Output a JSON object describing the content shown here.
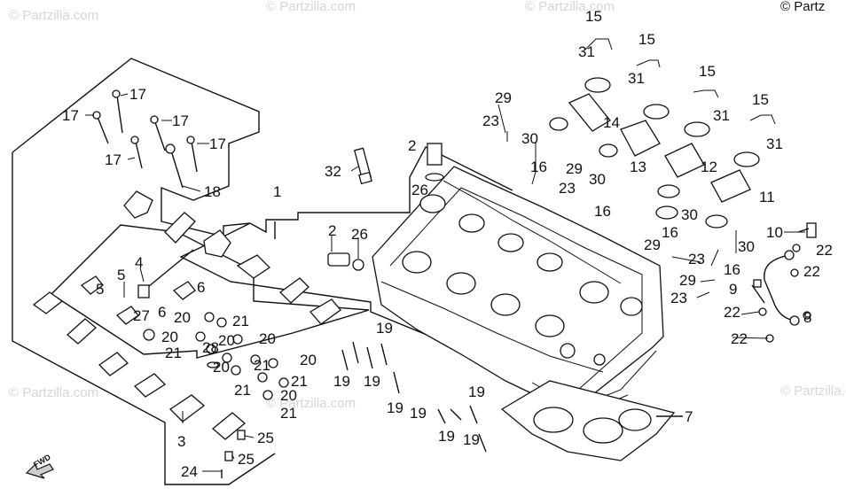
{
  "watermark": "© Partzilla.com",
  "copyright": "© Partz",
  "fwd_label": "FWD",
  "callouts": [
    "1",
    "2",
    "3",
    "4",
    "5",
    "6",
    "7",
    "8",
    "9",
    "10",
    "11",
    "12",
    "13",
    "14",
    "15",
    "16",
    "17",
    "18",
    "19",
    "20",
    "21",
    "22",
    "23",
    "24",
    "25",
    "26",
    "27",
    "28",
    "29",
    "30",
    "31",
    "32"
  ]
}
